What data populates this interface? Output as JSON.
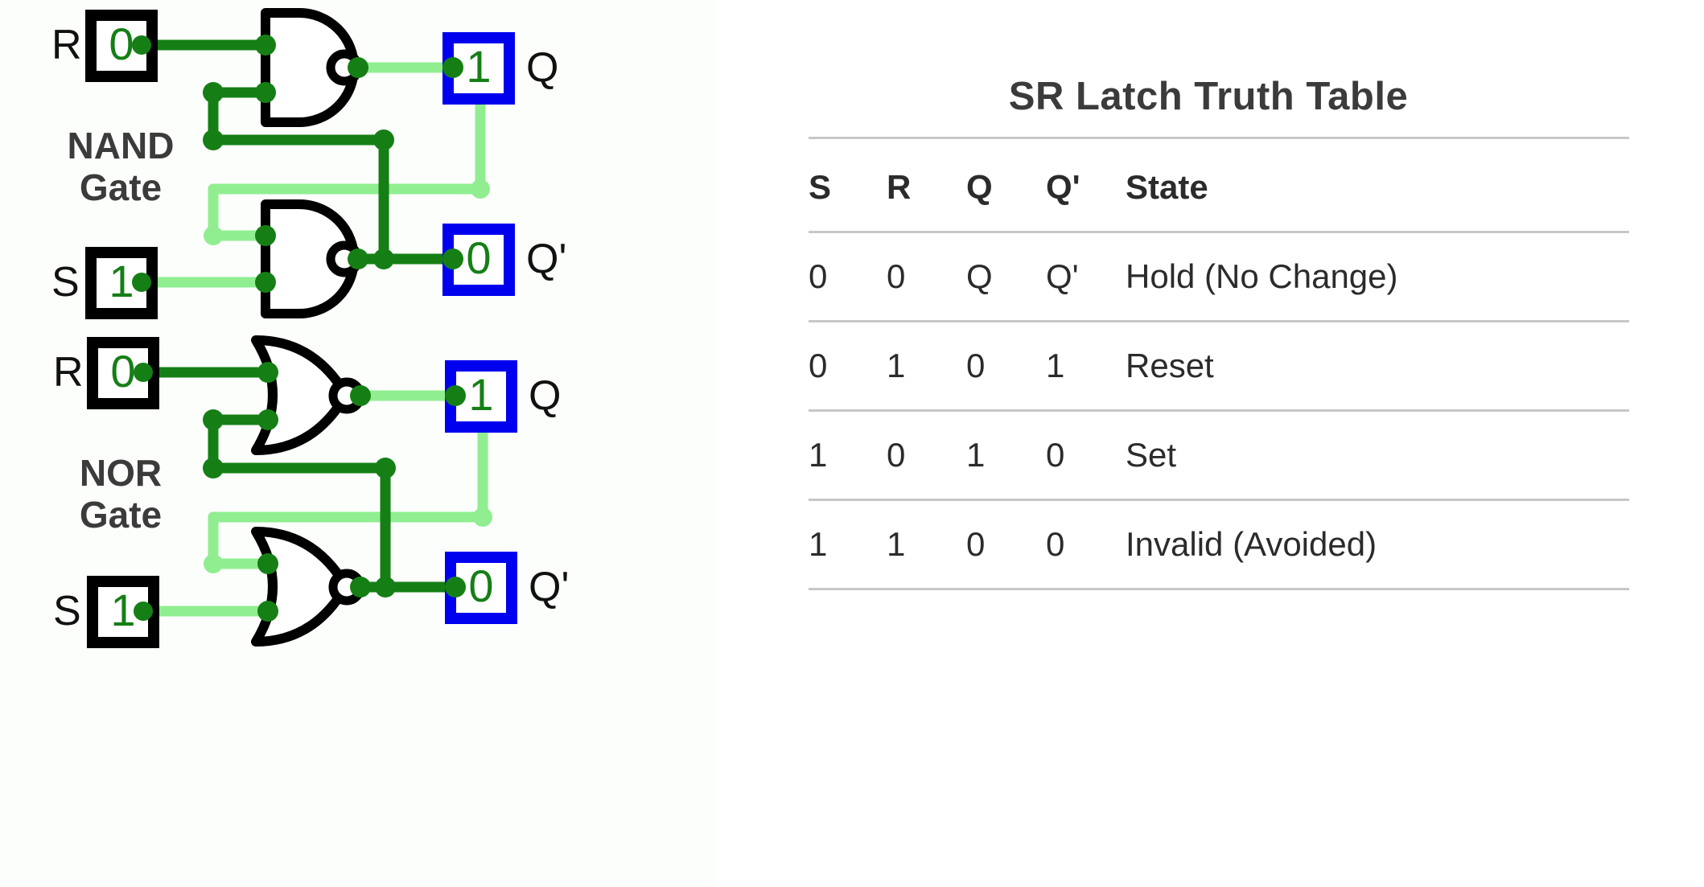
{
  "circuit": {
    "nand_section": {
      "gate_label": "NAND\nGate",
      "inputs": [
        {
          "name": "R",
          "label": "R",
          "value": "0"
        },
        {
          "name": "S",
          "label": "S",
          "value": "1"
        }
      ],
      "outputs": [
        {
          "name": "Q",
          "label": "Q",
          "value": "1"
        },
        {
          "name": "Qprime",
          "label": "Q'",
          "value": "0"
        }
      ]
    },
    "nor_section": {
      "gate_label": "NOR\nGate",
      "inputs": [
        {
          "name": "R",
          "label": "R",
          "value": "0"
        },
        {
          "name": "S",
          "label": "S",
          "value": "1"
        }
      ],
      "outputs": [
        {
          "name": "Q",
          "label": "Q",
          "value": "1"
        },
        {
          "name": "Qprime",
          "label": "Q'",
          "value": "0"
        }
      ]
    },
    "colors": {
      "wire_high": "#90ee90",
      "wire_low": "#157f15",
      "node": "#157f15",
      "gate_outline": "#000000",
      "input_box_border": "#000000",
      "output_box_border": "#0000ee",
      "digit_text": "#157f15",
      "panel_background": "#fbfefb"
    }
  },
  "table": {
    "title": "SR Latch Truth Table",
    "headers": [
      "S",
      "R",
      "Q",
      "Q'",
      "State"
    ],
    "rows": [
      [
        "0",
        "0",
        "Q",
        "Q'",
        "Hold (No Change)"
      ],
      [
        "0",
        "1",
        "0",
        "1",
        "Reset"
      ],
      [
        "1",
        "0",
        "1",
        "0",
        "Set"
      ],
      [
        "1",
        "1",
        "0",
        "0",
        "Invalid (Avoided)"
      ]
    ],
    "colors": {
      "title_text": "#3b3b3b",
      "body_text": "#2b2b2b",
      "rule": "#c7c7c9"
    }
  },
  "chart_data": {
    "type": "table",
    "title": "SR Latch Truth Table",
    "columns": [
      "S",
      "R",
      "Q",
      "Q'",
      "State"
    ],
    "rows": [
      {
        "S": "0",
        "R": "0",
        "Q": "Q",
        "Q'": "Q'",
        "State": "Hold (No Change)"
      },
      {
        "S": "0",
        "R": "1",
        "Q": "0",
        "Q'": "1",
        "State": "Reset"
      },
      {
        "S": "1",
        "R": "0",
        "Q": "1",
        "Q'": "0",
        "State": "Set"
      },
      {
        "S": "1",
        "R": "1",
        "Q": "0",
        "Q'": "0",
        "State": "Invalid (Avoided)"
      }
    ]
  }
}
